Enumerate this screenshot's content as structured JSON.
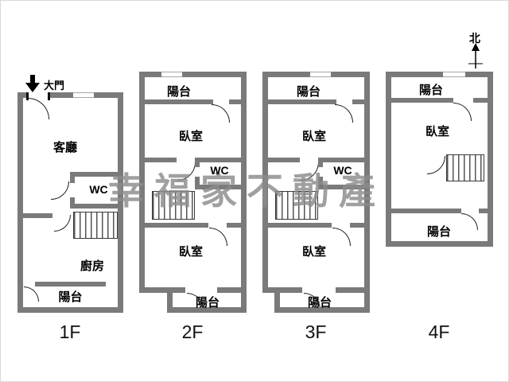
{
  "watermark": "幸福家不動產",
  "entrance_label": "大門",
  "compass": {
    "label": "北"
  },
  "floors": [
    {
      "name": "1F",
      "rooms": {
        "living": "客廳",
        "wc": "WC",
        "kitchen": "廚房",
        "balcony": "陽台"
      }
    },
    {
      "name": "2F",
      "rooms": {
        "balcony_top": "陽台",
        "bedroom_upper": "臥室",
        "wc": "WC",
        "bedroom_lower": "臥室",
        "balcony_bottom": "陽台"
      }
    },
    {
      "name": "3F",
      "rooms": {
        "balcony_top": "陽台",
        "bedroom_upper": "臥室",
        "wc": "WC",
        "bedroom_lower": "臥室",
        "balcony_bottom": "陽台"
      }
    },
    {
      "name": "4F",
      "rooms": {
        "balcony_top": "陽台",
        "bedroom": "臥室",
        "balcony_bottom": "陽台"
      }
    }
  ],
  "colors": {
    "wall": "#7a7a7a",
    "watermark": "#8c8c8c",
    "text": "#000000"
  }
}
